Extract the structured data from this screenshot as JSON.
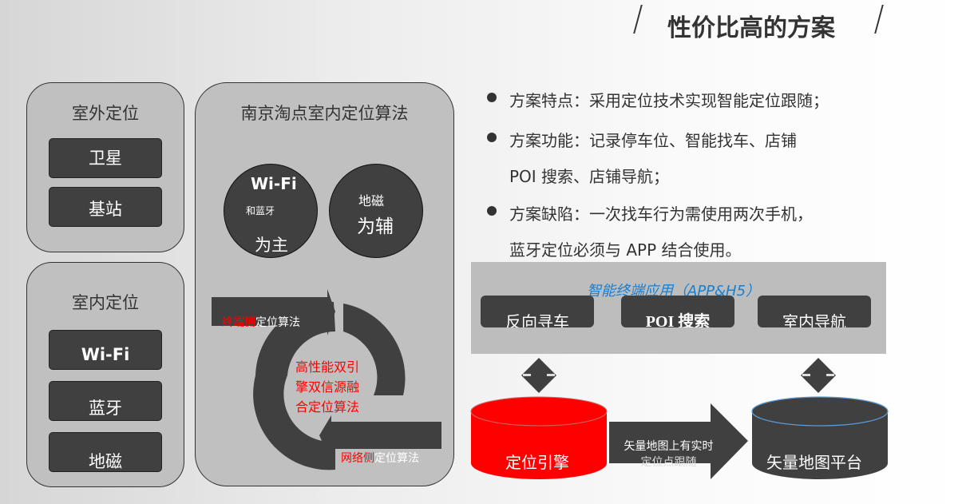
{
  "title": "性价比高的方案",
  "outdoor": {
    "title": "室外定位",
    "items": [
      "卫星",
      "基站"
    ]
  },
  "indoor": {
    "title": "室内定位",
    "items": [
      "Wi-Fi",
      "蓝牙",
      "地磁"
    ]
  },
  "algorithm": {
    "title": "南京淘点室内定位算法",
    "main_circle": {
      "line1": "Wi-Fi",
      "line2": "和蓝牙",
      "line3": "为主"
    },
    "aux_circle": {
      "line1": "地磁",
      "line2": "为辅"
    },
    "terminal_side": {
      "red": "终端侧",
      "white": "定位算法"
    },
    "network_side": {
      "red": "网络侧",
      "white": "定位算法"
    },
    "center_text": [
      "高性能双引",
      "擎双信源融",
      "合定位算法"
    ]
  },
  "bullets": [
    {
      "lines": [
        "方案特点：采用定位技术实现智能定位跟随；"
      ]
    },
    {
      "lines": [
        "方案功能：记录停车位、智能找车、店铺",
        "POI 搜索、店铺导航；"
      ]
    },
    {
      "lines": [
        "方案缺陷：一次找车行为需使用两次手机，",
        "蓝牙定位必须与 APP 结合使用。"
      ]
    }
  ],
  "app_layer": {
    "title": "智能终端应用（APP&H5）",
    "buttons": [
      "反向寻车",
      "POI 搜索",
      "室内导航"
    ]
  },
  "engine": "定位引擎",
  "map_platform": "矢量地图平台",
  "arrow_text": [
    "矢量地图上有实时",
    "定位点跟随"
  ],
  "colors": {
    "red": "#ff0000",
    "dark": "#404040",
    "blue": "#1a7fd0"
  }
}
